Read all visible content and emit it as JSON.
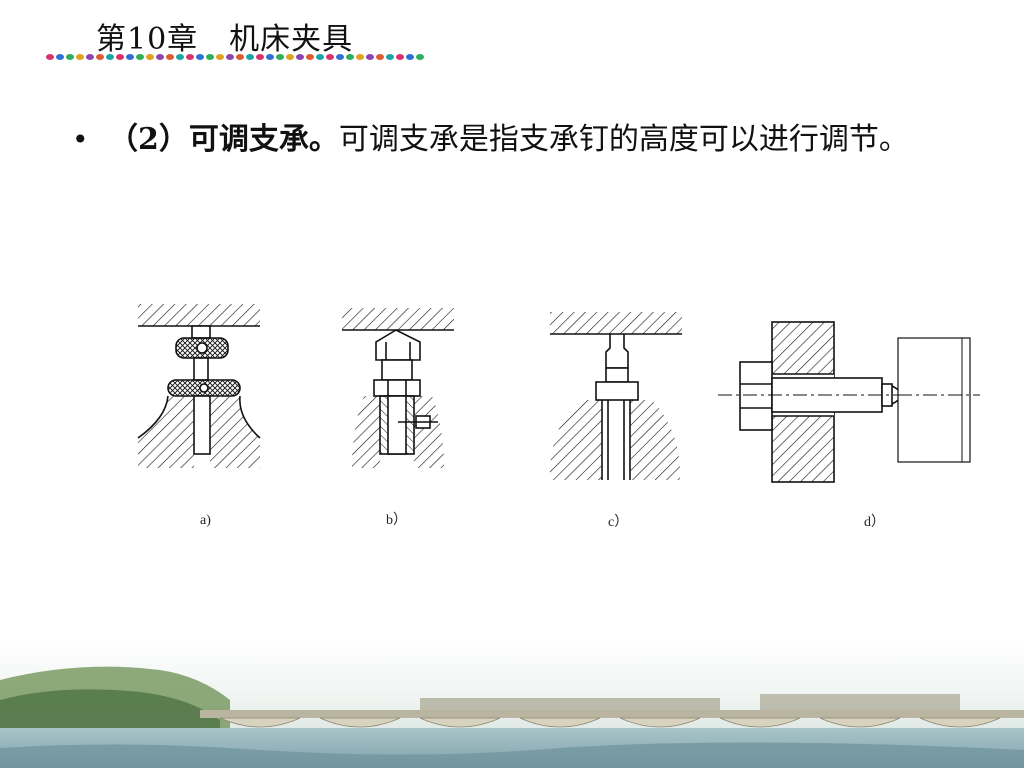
{
  "header": {
    "title": "第10章　机床夹具"
  },
  "bullet": {
    "mark": "•",
    "bold_text": "（2）可调支承。",
    "body_text": "可调支承是指支承钉的高度可以进行调节。"
  },
  "figure": {
    "labels": [
      "a)",
      "b）",
      "c）",
      "d）"
    ]
  },
  "colors": {
    "dots": [
      "#d6336c",
      "#2f6fd6",
      "#2fae5a",
      "#e0a020",
      "#8e44ad",
      "#e05a2f",
      "#1aa6a6"
    ]
  }
}
